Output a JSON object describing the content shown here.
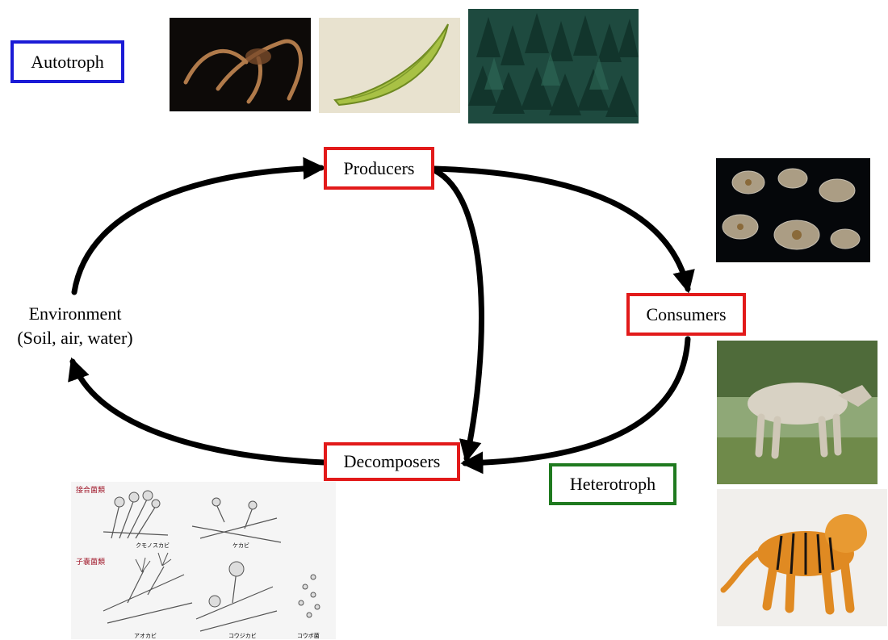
{
  "labels": {
    "autotroph": "Autotroph",
    "producers": "Producers",
    "consumers": "Consumers",
    "decomposers": "Decomposers",
    "heterotroph": "Heterotroph",
    "environment_line1": "Environment",
    "environment_line2": "(Soil, air, water)"
  },
  "fungi_plate": {
    "group_1": "接合菌類",
    "group_2": "子嚢菌類",
    "caption_1": "クモノスカビ",
    "caption_2": "ケカビ",
    "caption_3": "アオカビ",
    "caption_4": "コウジカビ",
    "caption_5": "コウボ菌"
  },
  "colors": {
    "primary_box": "#e21a1a",
    "autotroph_box": "#1b1bd6",
    "heterotroph_box": "#1f7a1f",
    "arrow": "#000000"
  }
}
